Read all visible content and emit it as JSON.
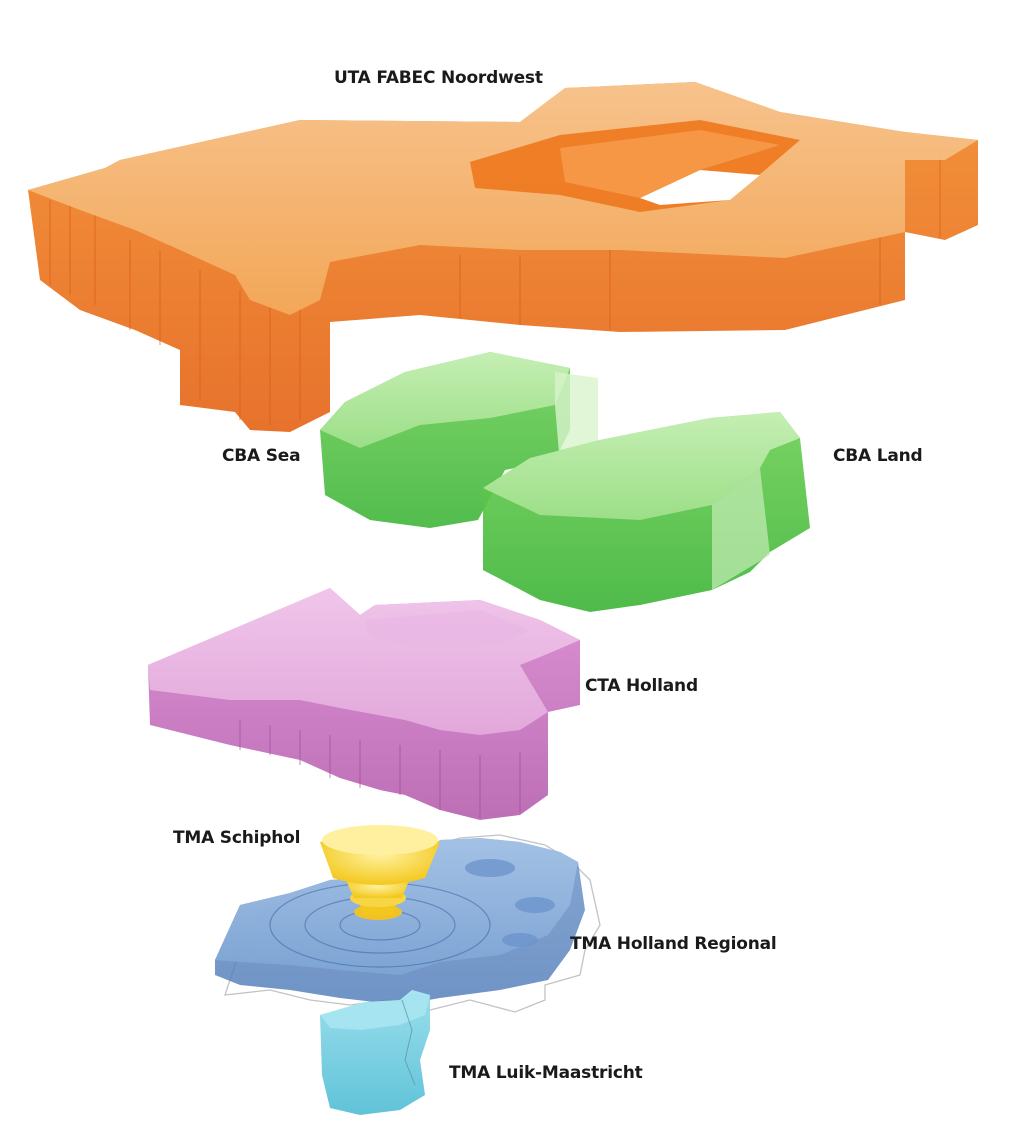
{
  "layers": [
    {
      "id": "uta",
      "label": "UTA FABEC Noordwest",
      "color": "#f4a24a"
    },
    {
      "id": "cbas",
      "label": "CBA Sea",
      "color": "#7fd36b"
    },
    {
      "id": "cbal",
      "label": "CBA Land",
      "color": "#7fd36b"
    },
    {
      "id": "cta",
      "label": "CTA Holland",
      "color": "#d88fd2"
    },
    {
      "id": "tmas",
      "label": "TMA Schiphol",
      "color": "#f5d63a"
    },
    {
      "id": "tmah",
      "label": "TMA Holland Regional",
      "color": "#6f9bd0"
    },
    {
      "id": "tmal",
      "label": "TMA Luik-Maastricht",
      "color": "#63c4d8"
    }
  ]
}
